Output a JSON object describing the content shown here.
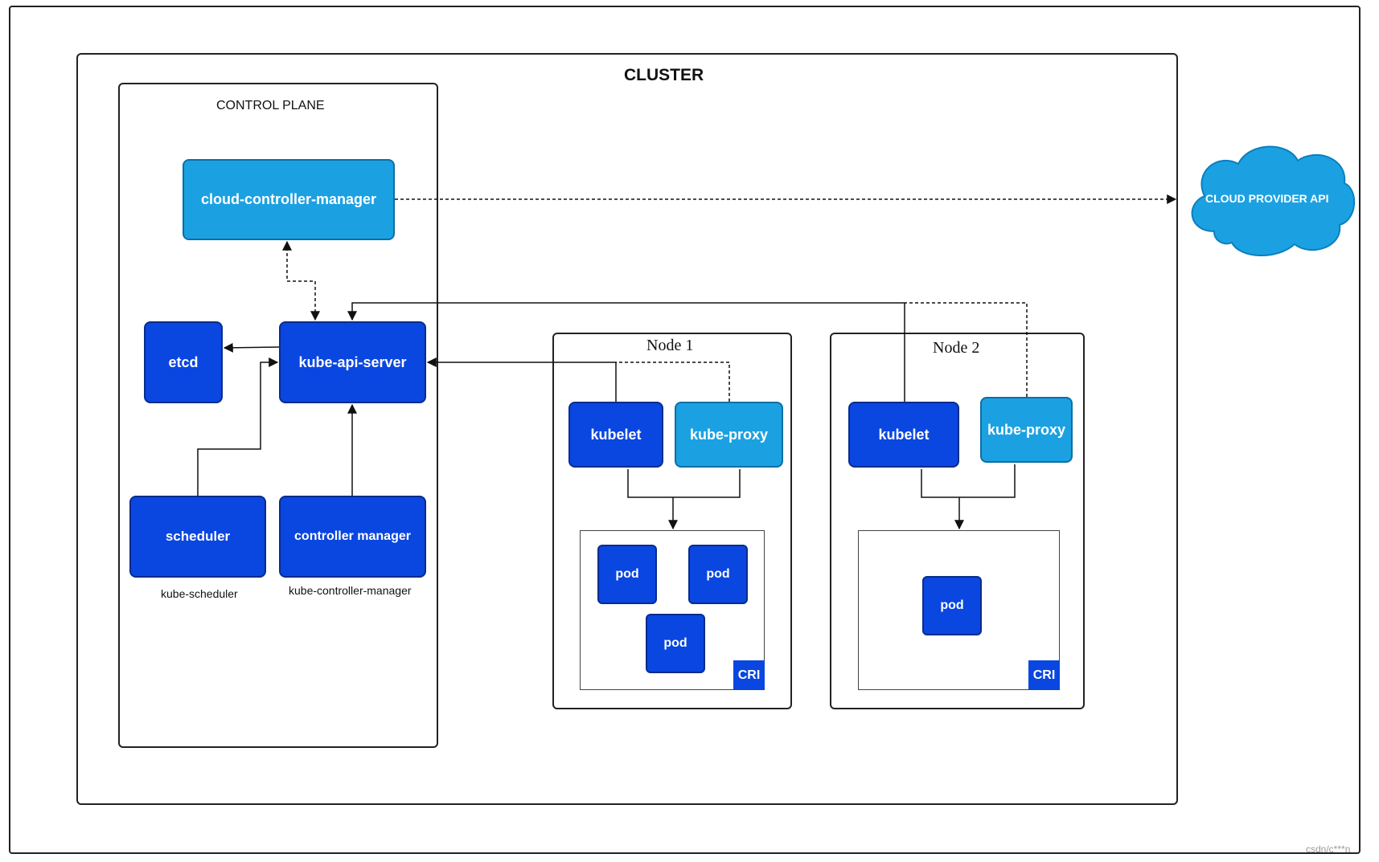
{
  "diagram": {
    "cluster_title": "CLUSTER",
    "control_plane_title": "CONTROL PLANE",
    "cloud_controller_manager": "cloud-controller-manager",
    "etcd": "etcd",
    "kube_api_server": "kube-api-server",
    "scheduler": "scheduler",
    "scheduler_caption": "kube-scheduler",
    "controller_manager": "controller manager",
    "controller_manager_caption": "kube-controller-manager",
    "cloud_provider_api": "CLOUD PROVIDER API",
    "node1": {
      "title": "Node 1",
      "kubelet": "kubelet",
      "kube_proxy": "kube-proxy",
      "pods": [
        "pod",
        "pod",
        "pod"
      ],
      "cri": "CRI"
    },
    "node2": {
      "title": "Node 2",
      "kubelet": "kubelet",
      "kube_proxy": "kube-proxy",
      "pods": [
        "pod"
      ],
      "cri": "CRI"
    },
    "watermark": "csdn/c***n"
  },
  "colors": {
    "dark_blue": "#0a46e0",
    "light_blue": "#1ba1e2",
    "cloud_blue": "#1ba1e2",
    "line": "#222222"
  }
}
